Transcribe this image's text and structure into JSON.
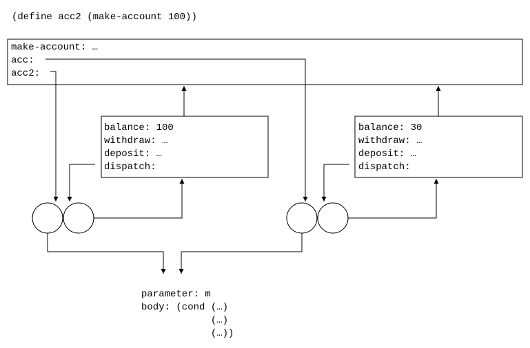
{
  "header": {
    "code": "(define acc2 (make-account 100))"
  },
  "global_env": {
    "lines": [
      "make-account: …",
      "acc:",
      "acc2:"
    ]
  },
  "env_left": {
    "lines": [
      "balance: 100",
      "withdraw: …",
      "deposit: …",
      "dispatch:"
    ]
  },
  "env_right": {
    "lines": [
      "balance: 30",
      "withdraw: …",
      "deposit: …",
      "dispatch:"
    ]
  },
  "procedure": {
    "lines": [
      "parameter: m",
      "body: (cond (…)",
      "            (…)",
      "            (…))"
    ]
  }
}
